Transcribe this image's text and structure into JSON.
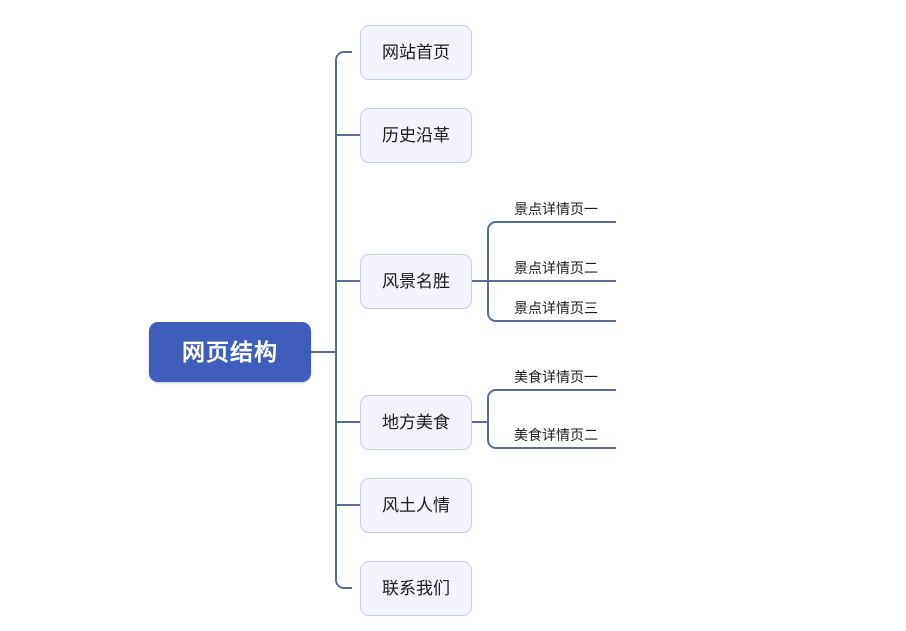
{
  "diagram": {
    "type": "mind-map",
    "title": "网页结构",
    "colors": {
      "root_fill": "#3f5dbb",
      "root_text": "#ffffff",
      "branch_fill": "#f2f3fb",
      "branch_border": "#c8cfee",
      "branch_text": "#1c1c1c",
      "connector": "#5a6d96",
      "background": "#ffffff"
    },
    "root": {
      "label": "网页结构"
    },
    "branches": [
      {
        "label": "网站首页",
        "children": []
      },
      {
        "label": "历史沿革",
        "children": []
      },
      {
        "label": "风景名胜",
        "children": [
          {
            "label": "景点详情页一"
          },
          {
            "label": "景点详情页二"
          },
          {
            "label": "景点详情页三"
          }
        ]
      },
      {
        "label": "地方美食",
        "children": [
          {
            "label": "美食详情页一"
          },
          {
            "label": "美食详情页二"
          }
        ]
      },
      {
        "label": "风土人情",
        "children": []
      },
      {
        "label": "联系我们",
        "children": []
      }
    ]
  }
}
